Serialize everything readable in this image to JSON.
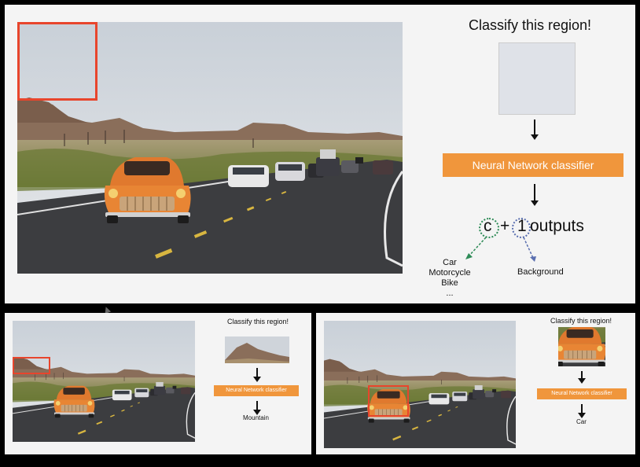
{
  "main_slide": {
    "title": "Classify this region!",
    "classifier_label": "Neural Network classifier",
    "outputs": {
      "c": "c",
      "plus": "+",
      "one": "1",
      "suffix": "outputs"
    },
    "class_labels": [
      "Car",
      "Motorcycle",
      "Bike",
      "..."
    ],
    "background_label": "Background"
  },
  "slide_left": {
    "title": "Classify this region!",
    "classifier_label": "Neural Network classifier",
    "result": "Mountain"
  },
  "slide_right": {
    "title": "Classify this region!",
    "classifier_label": "Neural Network classifier",
    "result": "Car"
  },
  "colors": {
    "selection_box": "#e8452c",
    "classifier_box": "#f0963c",
    "c_dot": "#2e8b57",
    "one_dot": "#5a6fb0"
  }
}
